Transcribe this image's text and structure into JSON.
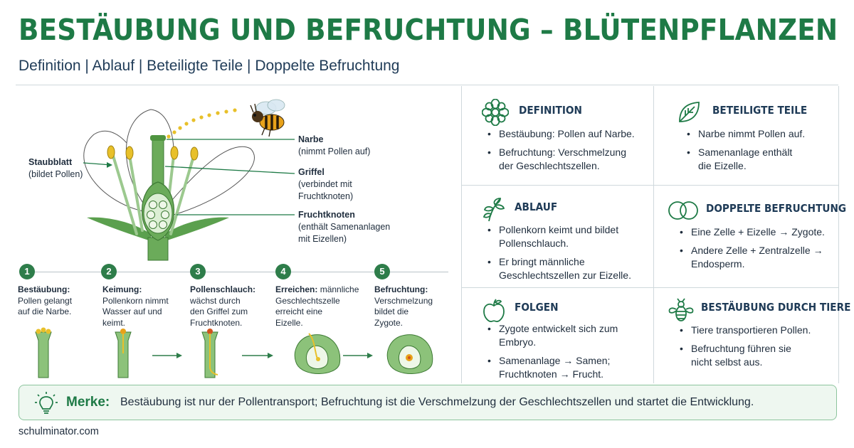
{
  "title": "BESTÄUBUNG UND BEFRUCHTUNG – BLÜTENPFLANZEN",
  "subtitle": "Definition | Ablauf | Beteiligte Teile | Doppelte Befruchtung",
  "diagram": {
    "labels": {
      "staubblatt": {
        "name": "Staubblatt",
        "desc": "(bildet Pollen)"
      },
      "narbe": {
        "name": "Narbe",
        "desc": "(nimmt Pollen auf)"
      },
      "griffel": {
        "name": "Griffel",
        "desc1": "(verbindet mit",
        "desc2": "Fruchtknoten)"
      },
      "fruchtknoten": {
        "name": "Fruchtknoten",
        "desc1": "(enthält Samenanlagen",
        "desc2": "mit Eizellen)"
      }
    }
  },
  "steps": [
    {
      "num": "1",
      "title": "Bestäubung:",
      "l1": "Pollen gelangt",
      "l2": "auf die Narbe.",
      "l3": ""
    },
    {
      "num": "2",
      "title": "Keimung:",
      "l1": "Pollenkorn nimmt",
      "l2": "Wasser auf und",
      "l3": "keimt."
    },
    {
      "num": "3",
      "title": "Pollenschlauch:",
      "l1": "wächst durch",
      "l2": "den Griffel zum",
      "l3": "Fruchtknoten."
    },
    {
      "num": "4",
      "title": "Erreichen:",
      "title_rest": " männliche",
      "l1": "Geschlechtszelle",
      "l2": "erreicht eine",
      "l3": "Eizelle."
    },
    {
      "num": "5",
      "title": "Befruchtung:",
      "l1": "Verschmelzung",
      "l2": "bildet die",
      "l3": "Zygote."
    }
  ],
  "panels": {
    "definition": {
      "head": "DEFINITION",
      "items": [
        "Bestäubung: Pollen auf Narbe.",
        "Befruchtung: Verschmelzung",
        "der Geschlechtszellen."
      ]
    },
    "teile": {
      "head": "BETEILIGTE TEILE",
      "items": [
        "Narbe nimmt Pollen auf.",
        "Samenanlage enthält",
        "die Eizelle."
      ]
    },
    "ablauf": {
      "head": "ABLAUF",
      "items": [
        "Pollenkorn keimt und bildet",
        "Pollenschlauch.",
        "Er bringt männliche",
        "Geschlechtszellen zur Eizelle."
      ]
    },
    "doppelt": {
      "head": "DOPPELTE BEFRUCHTUNG",
      "items": [
        "Eine Zelle + Eizelle → Zygote.",
        "Andere Zelle + Zentralzelle →",
        "Endosperm."
      ]
    },
    "folgen": {
      "head": "FOLGEN",
      "items": [
        "Zygote entwickelt sich zum",
        "Embryo.",
        "Samenanlage → Samen;",
        "Fruchtknoten → Frucht."
      ]
    },
    "tiere": {
      "head": "BESTÄUBUNG DURCH TIERE",
      "items": [
        "Tiere transportieren Pollen.",
        "Befruchtung führen sie",
        "nicht selbst aus."
      ]
    }
  },
  "merke": {
    "label": "Merke:",
    "text": "Bestäubung ist nur der Pollentransport; Befruchtung ist die Verschmelzung der Geschlechtszellen und startet die Entwicklung."
  },
  "footer": "schulminator.com",
  "colors": {
    "green": "#1e7a46",
    "navy": "#1f3b57",
    "pollen": "#e8c02a"
  }
}
